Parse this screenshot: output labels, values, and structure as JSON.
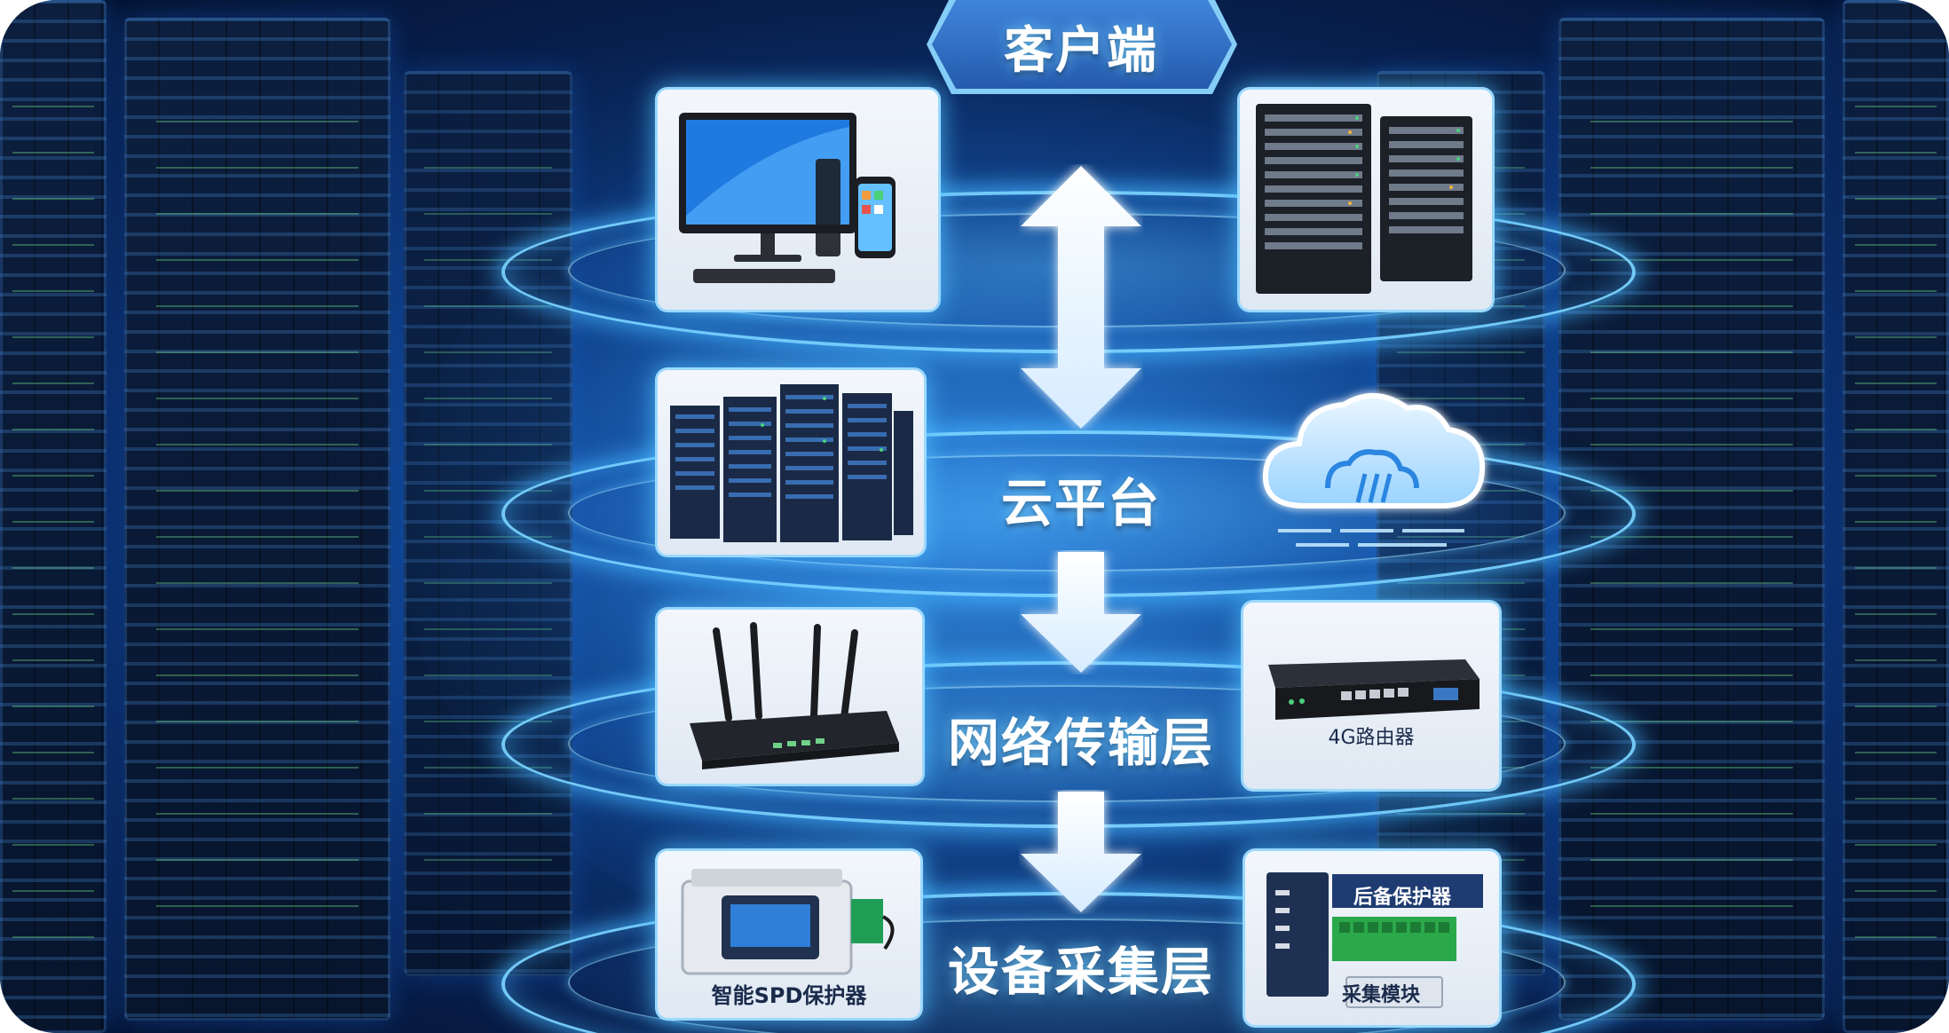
{
  "layers": {
    "client": "客户端",
    "cloud": "云平台",
    "network": "网络传输层",
    "device": "设备采集层"
  },
  "card_captions": {
    "router_4g": "4G路由器",
    "spd_protector": "智能SPD保护器",
    "acquisition_module": "采集模块",
    "acquisition_module_tag": "后备保护器"
  },
  "icons": {
    "pc_and_phone": "desktop-computer-icon",
    "server_rack": "server-rack-icon",
    "server_cluster": "server-cluster-icon",
    "cloud": "cloud-icon",
    "wifi_router": "wifi-router-icon",
    "router_4g": "4g-router-icon",
    "spd": "spd-protector-icon",
    "module": "acquisition-module-icon",
    "arrows": "bidirectional-arrow-icon"
  },
  "colors": {
    "glow": "#78d2ff",
    "background_center": "#1b68c9",
    "background_edge": "#04102a",
    "card": "#eef3fa"
  }
}
